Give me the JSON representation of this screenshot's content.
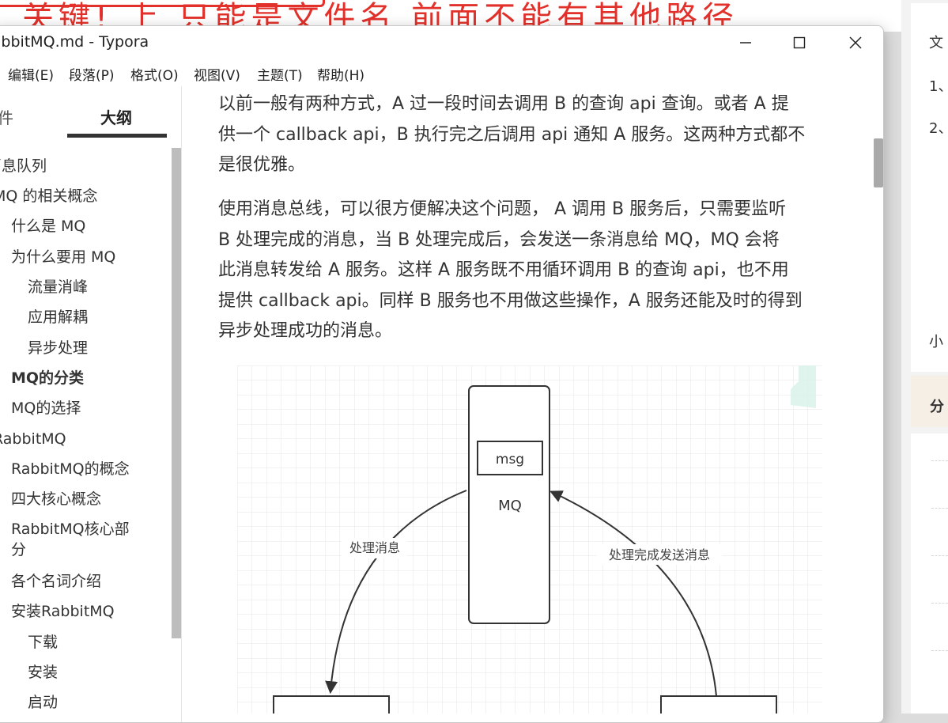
{
  "background": {
    "red_heading": "关键! 上 只能是文件名 前面不能有其他路径",
    "right_panel": {
      "line1": "文",
      "line2": "1、",
      "line3": "2、",
      "line4": "小",
      "band": "分"
    }
  },
  "window": {
    "title": "RabbitMQ.md - Typora",
    "controls": {
      "minimize": "─",
      "maximize": "☐",
      "close": "✕"
    }
  },
  "menu": [
    "编辑(E)",
    "段落(P)",
    "格式(O)",
    "视图(V)",
    "主题(T)",
    "帮助(H)"
  ],
  "sidebar": {
    "tabs": {
      "files": "文件",
      "outline": "大纲"
    },
    "outline": [
      {
        "label": "消息队列",
        "level": 0
      },
      {
        "label": "MQ 的相关概念",
        "level": 0
      },
      {
        "label": "什么是 MQ",
        "level": 1
      },
      {
        "label": "为什么要用 MQ",
        "level": 1
      },
      {
        "label": "流量消峰",
        "level": 2
      },
      {
        "label": "应用解耦",
        "level": 2
      },
      {
        "label": "异步处理",
        "level": 2
      },
      {
        "label": "MQ的分类",
        "level": 1,
        "active": true
      },
      {
        "label": "MQ的选择",
        "level": 1
      },
      {
        "label": "RabbitMQ",
        "level": 0
      },
      {
        "label": "RabbitMQ的概念",
        "level": 1
      },
      {
        "label": "四大核心概念",
        "level": 1
      },
      {
        "label": "RabbitMQ核心部",
        "level": 1
      },
      {
        "label": "分",
        "level": 1
      },
      {
        "label": "各个名词介绍",
        "level": 1
      },
      {
        "label": "安装RabbitMQ",
        "level": 1
      },
      {
        "label": "下载",
        "level": 2
      },
      {
        "label": "安装",
        "level": 2
      },
      {
        "label": "启动",
        "level": 2
      }
    ]
  },
  "content": {
    "paragraph1": [
      "以前一般有两种方式，A 过一段时间去调用 B 的查询 api 查询。或者 A 提",
      "供一个 callback api，B 执行完之后调用 api 通知 A 服务。这两种方式都不",
      "是很优雅。"
    ],
    "paragraph2": [
      "使用消息总线，可以很方便解决这个问题， A 调用 B 服务后，只需要监听",
      "B 处理完成的消息，当 B 处理完成后，会发送一条消息给 MQ，MQ 会将",
      "此消息转发给 A 服务。这样 A 服务既不用循环调用 B 的查询 api，也不用",
      "提供 callback api。同样 B 服务也不用做这些操作，A 服务还能及时的得到",
      "异步处理成功的消息。"
    ]
  },
  "diagram": {
    "msg_label": "msg",
    "mq_label": "MQ",
    "left_arrow_label": "处理消息",
    "right_arrow_label": "处理完成发送消息"
  }
}
